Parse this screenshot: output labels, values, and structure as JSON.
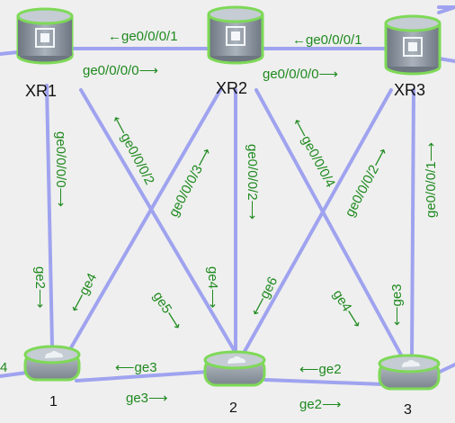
{
  "nodes": {
    "xr1": "XR1",
    "xr2": "XR2",
    "xr3": "XR3",
    "sw1": "1",
    "sw2": "2",
    "sw3": "3"
  },
  "edge_labels": {
    "xr1_xr2_top": "←ge0/0/0/1",
    "xr1_xr2_bottom": "ge0/0/0/0⟶",
    "xr2_xr3_top": "←ge0/0/0/1",
    "xr2_xr3_bottom": "ge0/0/0/0⟶",
    "xr1_down": "ge0/0/0/0⟶",
    "xr1_diag": "⟵ge0/0/0/2",
    "xr2_diag_left": "ge0/0/0/3⟶",
    "xr2_down": "ge0/0/0/2⟶",
    "xr2_diag_right": "⟵ge0/0/0/4",
    "xr3_diag": "ge0/0/0/2⟶",
    "xr3_down": "ge0/0/0/1⟶",
    "sw1_ge2": "ge2⟶",
    "sw1_ge4": "⟵ge4",
    "sw2_ge5": "ge5⟶",
    "sw2_ge4": "ge4⟶",
    "sw2_ge6": "⟵ge6",
    "sw3_ge4": "ge4⟶",
    "sw3_ge3": "⟵ge3",
    "sw1_sw2_top": "⟵ge3",
    "sw1_sw2_bottom": "ge3⟶",
    "sw2_sw3_top": "⟵ge2",
    "sw2_sw3_bottom": "ge2⟶",
    "left_edge": "4"
  },
  "colors": {
    "link": "#9fa3ef",
    "label": "#1f8a1f",
    "router_glow": "#7ed957",
    "router_body": "#8f99a3",
    "background": "#efefef"
  }
}
